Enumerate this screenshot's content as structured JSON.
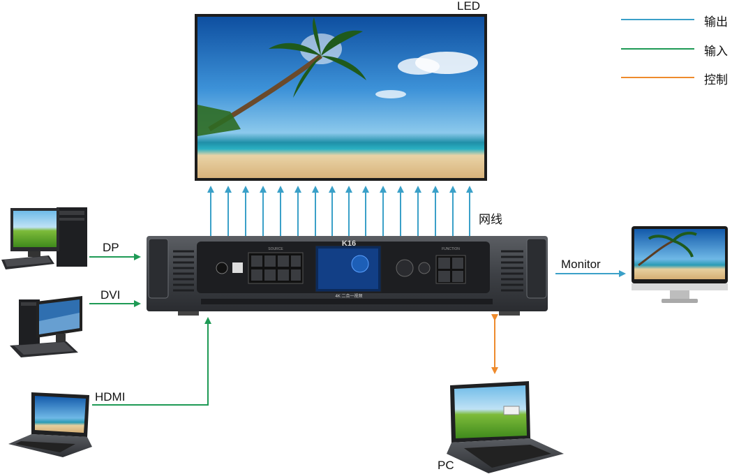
{
  "legend": [
    {
      "label": "输出",
      "color": "#3aa0c8"
    },
    {
      "label": "输入",
      "color": "#1e9a55"
    },
    {
      "label": "控制",
      "color": "#ee8a2c"
    }
  ],
  "labels": {
    "led": "LED",
    "network": "网线",
    "monitor": "Monitor",
    "dp": "DP",
    "dvi": "DVI",
    "hdmi": "HDMI",
    "pc": "PC"
  },
  "device": {
    "model": "K16",
    "subtitle": "4K 二合一视频",
    "source_label": "SOURCE",
    "function_label": "FUNCTION"
  },
  "colors": {
    "output": "#3aa0c8",
    "input": "#1e9a55",
    "control": "#ee8a2c"
  }
}
